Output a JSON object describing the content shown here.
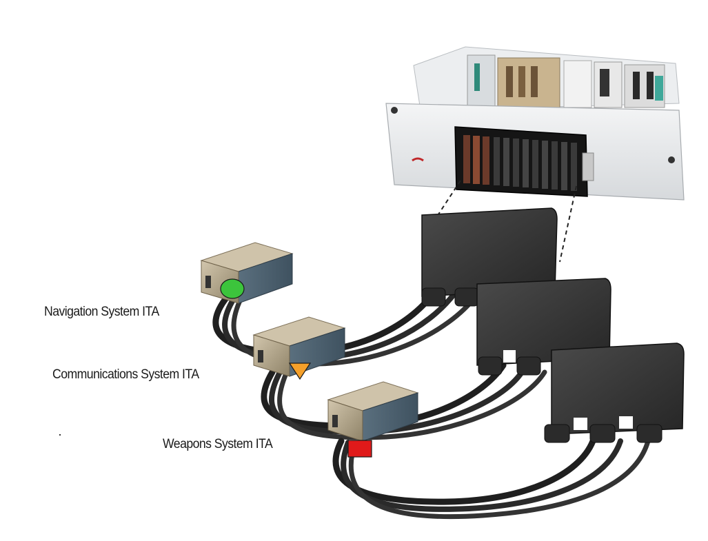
{
  "labels": {
    "navigation": "Navigation System ITA",
    "communications": "Communications System ITA",
    "weapons": "Weapons System ITA"
  },
  "markers": {
    "navigation": {
      "shape": "circle",
      "color": "#3cc43c"
    },
    "communications": {
      "shape": "triangle",
      "color": "#f5a02a"
    },
    "weapons": {
      "shape": "square",
      "color": "#e01a1a"
    }
  },
  "colors": {
    "chassis": "#e4e6e8",
    "ita_box": "#b9a98c",
    "connector": "#3b3b3b",
    "cable": "#1f1f1f"
  }
}
